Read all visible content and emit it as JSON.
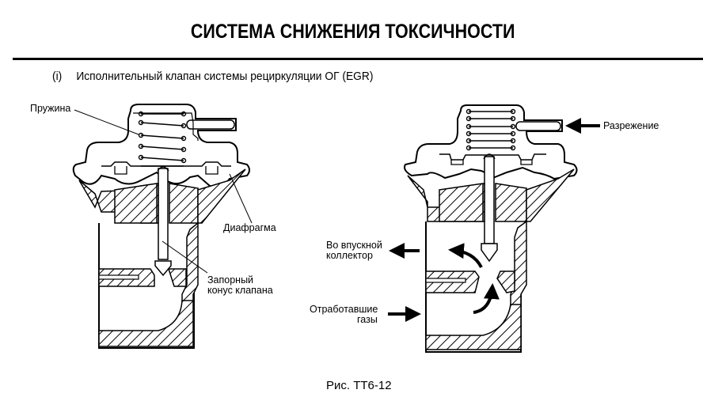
{
  "page": {
    "title": "СИСТЕМА СНИЖЕНИЯ ТОКСИЧНОСТИ",
    "section_number": "(i)",
    "section_title": "Исполнительный клапан системы рециркуляции ОГ (EGR)",
    "caption": "Рис. ТТ6-12"
  },
  "left_diagram": {
    "state": "closed",
    "labels": {
      "spring": "Пружина",
      "diaphragm": "Диафрагма",
      "valve_cone_line1": "Запорный",
      "valve_cone_line2": "конус клапана"
    }
  },
  "right_diagram": {
    "state": "open",
    "labels": {
      "vacuum": "Разрежение",
      "intake_line1": "Во впускной",
      "intake_line2": "коллектор",
      "exhaust_line1": "Отработавшие",
      "exhaust_line2": "газы"
    }
  },
  "colors": {
    "ink": "#000000",
    "paper": "#ffffff"
  }
}
